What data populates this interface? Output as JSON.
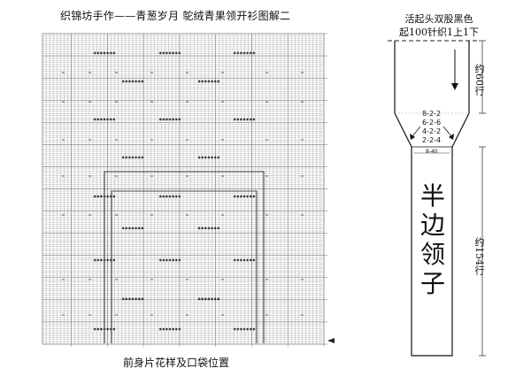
{
  "header": {
    "title": "织锦坊手作——青葱岁月  鸵绒青果领开衫图解二"
  },
  "chart": {
    "caption": "前身片花样及口袋位置"
  },
  "collar": {
    "top_note_line1": "活起头双股黑色",
    "top_note_line2": "起100针织1上1下",
    "rows_upper": "约60行",
    "inc_lines": [
      "8-2-2",
      "6-2-6",
      "4-2-2",
      "2-2-4"
    ],
    "width_mark": "8-40",
    "big_label": "半边领子",
    "rows_lower": "约154行"
  }
}
